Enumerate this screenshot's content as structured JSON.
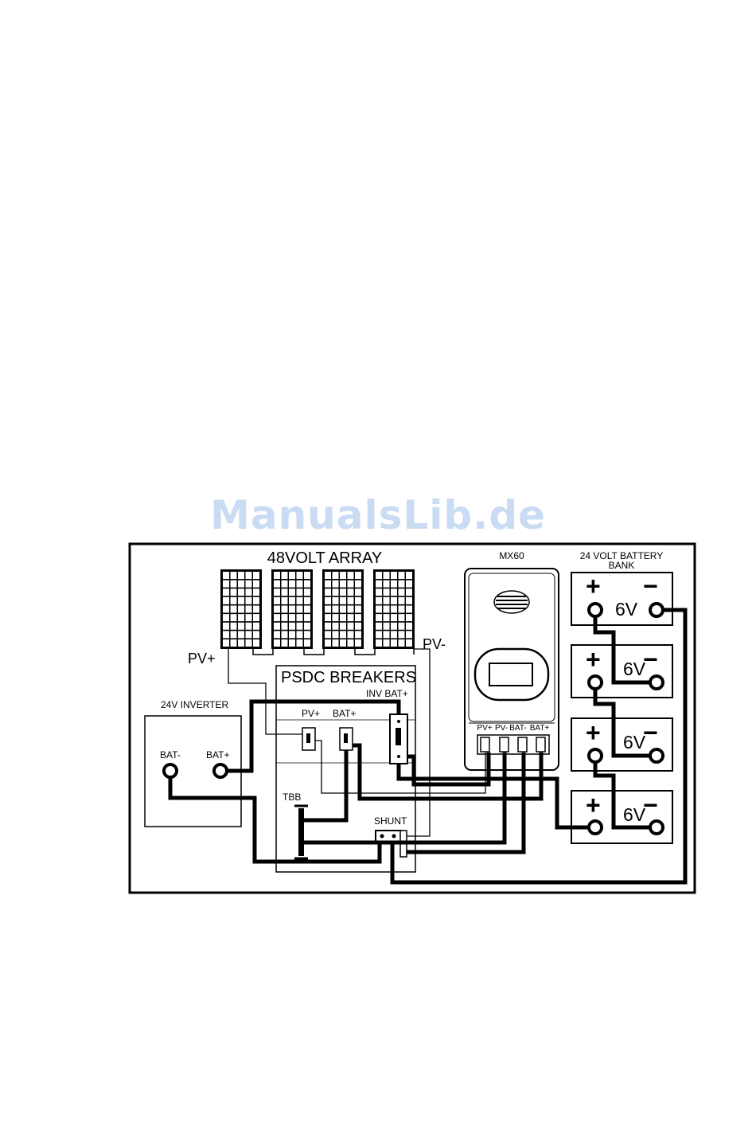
{
  "watermark": "ManualsLib.de",
  "diagram": {
    "array_title": "48VOLT ARRAY",
    "pv_plus": "PV+",
    "pv_minus": "PV-",
    "breakers_title": "PSDC BREAKERS",
    "inv_bat_plus": "INV BAT+",
    "breaker_pv_plus": "PV+",
    "breaker_bat_plus": "BAT+",
    "tbb": "TBB",
    "shunt": "SHUNT",
    "inverter_title": "24V INVERTER",
    "inverter_bat_minus": "BAT-",
    "inverter_bat_plus": "BAT+",
    "controller_title": "MX60",
    "controller_terminals": [
      "PV+",
      "PV-",
      "BAT-",
      "BAT+"
    ],
    "battery_bank_title_line1": "24 VOLT BATTERY",
    "battery_bank_title_line2": "BANK",
    "battery_label": "6V",
    "plus_sign": "+",
    "minus_sign": "−"
  }
}
